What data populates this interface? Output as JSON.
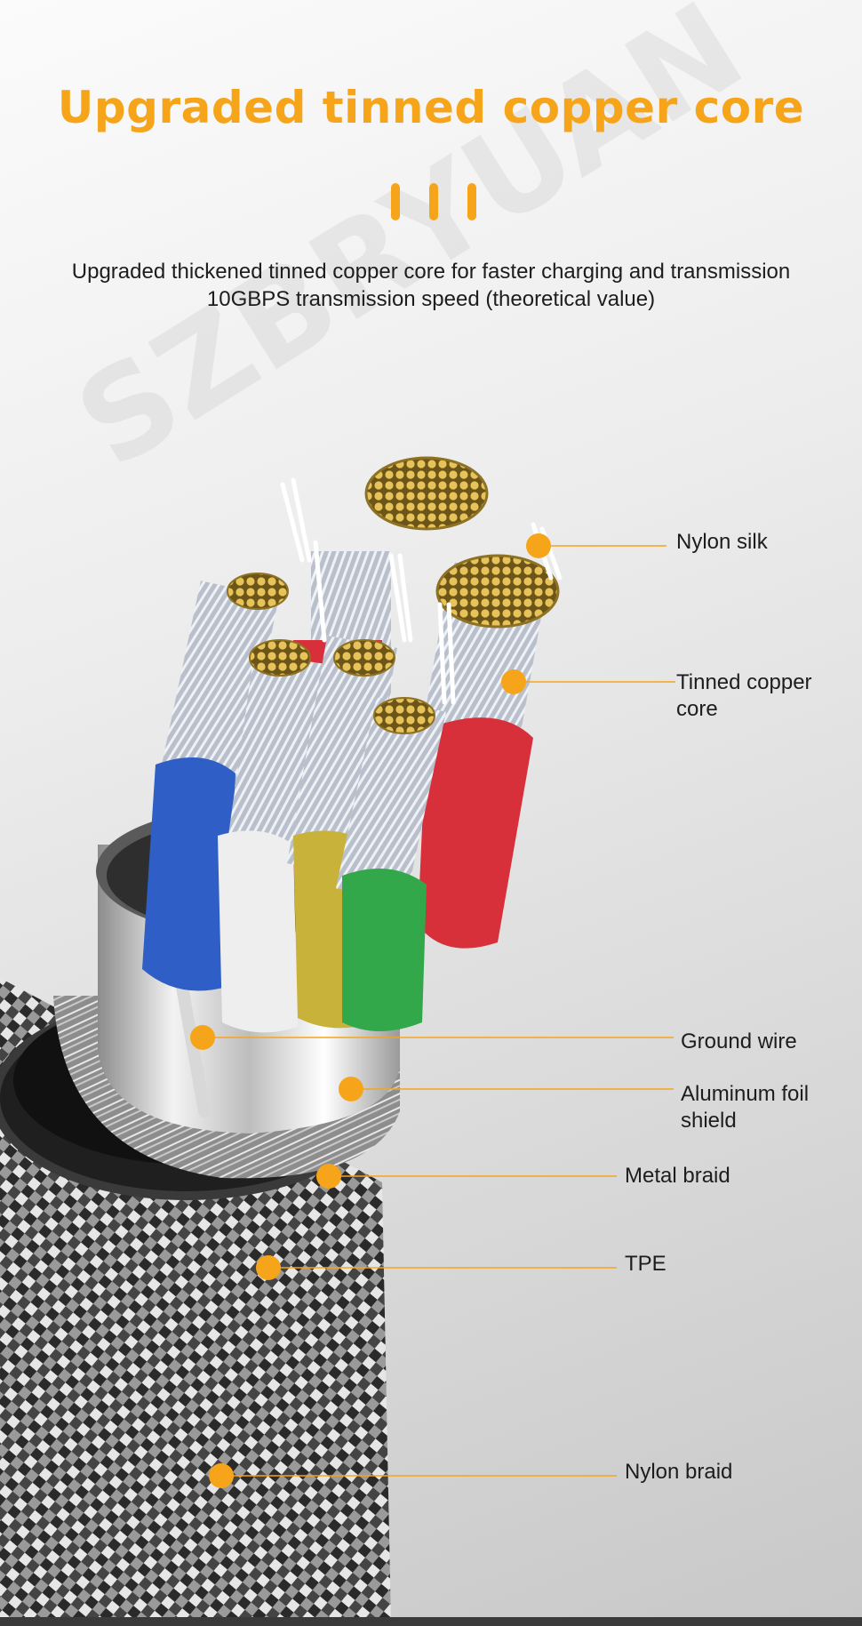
{
  "header": {
    "title": "Upgraded tinned copper core",
    "description_line_1": "Upgraded thickened tinned copper core for faster charging and transmission",
    "description_line_2": "10GBPS transmission speed (theoretical value)"
  },
  "watermark": "SZBRYUAN",
  "colors": {
    "accent": "#f6a51b",
    "text": "#1d1d1d",
    "insulation_red": "#d8303a",
    "insulation_blue": "#2f5fc6",
    "insulation_white": "#eeeeee",
    "insulation_yellow": "#c9b23a",
    "insulation_green": "#33a84a",
    "tinned_copper": "#d9b64a",
    "tpe_jacket": "#1f1f1f"
  },
  "callouts": [
    {
      "id": "nylon-silk",
      "label_lines": [
        "Nylon silk"
      ]
    },
    {
      "id": "tinned-copper-core",
      "label_lines": [
        "Tinned copper",
        "core"
      ]
    },
    {
      "id": "ground-wire",
      "label_lines": [
        "Ground wire"
      ]
    },
    {
      "id": "aluminum-foil-shield",
      "label_lines": [
        "Aluminum foil",
        "shield"
      ]
    },
    {
      "id": "metal-braid",
      "label_lines": [
        "Metal braid"
      ]
    },
    {
      "id": "tpe",
      "label_lines": [
        "TPE"
      ]
    },
    {
      "id": "nylon-braid",
      "label_lines": [
        "Nylon braid"
      ]
    }
  ]
}
